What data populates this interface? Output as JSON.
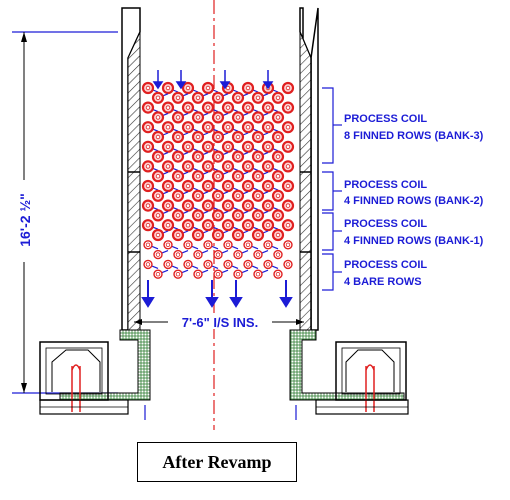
{
  "dimensions": {
    "height": "16'-2 ½\"",
    "inside_width": "7'-6\" I/S INS."
  },
  "banks": [
    {
      "title": "PROCESS COIL",
      "rows": "8 FINNED ROWS (BANK-3)",
      "tube_rows": 8,
      "finned": true
    },
    {
      "title": "PROCESS COIL",
      "rows": "4 FINNED ROWS (BANK-2)",
      "tube_rows": 4,
      "finned": true
    },
    {
      "title": "PROCESS COIL",
      "rows": "4 FINNED ROWS (BANK-1)",
      "tube_rows": 4,
      "finned": true
    },
    {
      "title": "PROCESS COIL",
      "rows": "4 BARE ROWS",
      "tube_rows": 4,
      "finned": false
    }
  ],
  "caption": "After Revamp",
  "colors": {
    "tube": "#e02020",
    "pipe": "#1c1cd6",
    "label": "#1c1cd6",
    "centerline": "#e02020",
    "refractory": "#2e7d32"
  }
}
